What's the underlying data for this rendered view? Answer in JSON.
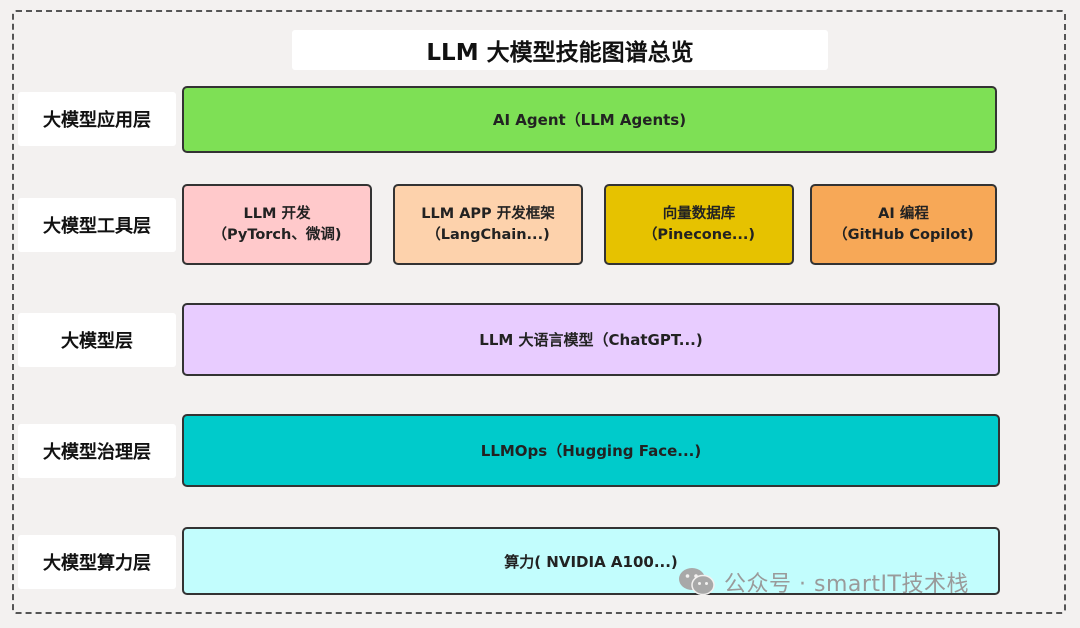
{
  "title": "LLM 大模型技能图谱总览",
  "layers": [
    {
      "label": "大模型应用层"
    },
    {
      "label": "大模型工具层"
    },
    {
      "label": "大模型层"
    },
    {
      "label": "大模型治理层"
    },
    {
      "label": "大模型算力层"
    }
  ],
  "blocks": {
    "application": {
      "text": "AI Agent（LLM Agents)",
      "color": "#7ee055"
    },
    "tools": [
      {
        "line1": "LLM 开发",
        "line2": "（PyTorch、微调)",
        "color": "#ffc9cb"
      },
      {
        "line1": "LLM APP 开发框架",
        "line2": "（LangChain...)",
        "color": "#fdd2ac"
      },
      {
        "line1": "向量数据库",
        "line2": "（Pinecone...)",
        "color": "#e6c200"
      },
      {
        "line1": "AI 编程",
        "line2": "（GitHub Copilot)",
        "color": "#f7a857"
      }
    ],
    "model": {
      "text": "LLM 大语言模型（ChatGPT...)",
      "color": "#e8ccff"
    },
    "governance": {
      "text": "LLMOps（Hugging Face...)",
      "color": "#00cbcb"
    },
    "compute": {
      "text": "算力( NVIDIA A100...)",
      "color": "#c2fdfd"
    }
  },
  "watermark": {
    "text": "公众号 · smartIT技术栈",
    "icon": "wechat-icon"
  }
}
